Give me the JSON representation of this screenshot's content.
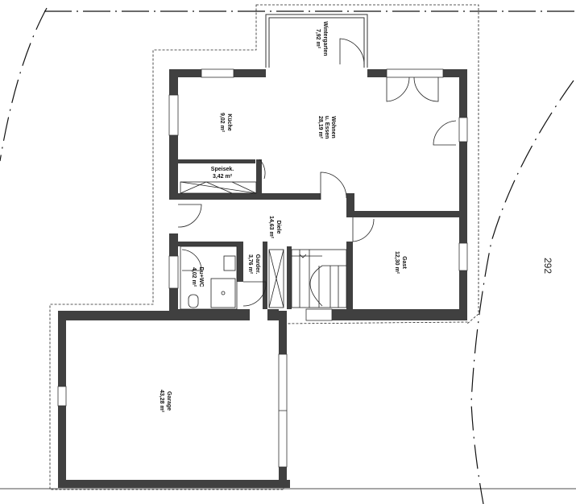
{
  "plot_number": "292",
  "rooms": [
    {
      "id": "wintergarten",
      "name": "Wintergarten",
      "area": "7,92 m²"
    },
    {
      "id": "wohnen",
      "name": "Wohnen",
      "name2": "u. Essen",
      "area": "28,19 m²"
    },
    {
      "id": "kueche",
      "name": "Küche",
      "area": "9,02 m²"
    },
    {
      "id": "speisek",
      "name": "Speisek.",
      "area": "3,42 m²"
    },
    {
      "id": "diele",
      "name": "Diele",
      "area": "14,63 m²"
    },
    {
      "id": "gast",
      "name": "Gast",
      "area": "12,30 m²"
    },
    {
      "id": "garder",
      "name": "Garder.",
      "area": "3,76 m²"
    },
    {
      "id": "duwc",
      "name": "Du+WC",
      "area": "4,02 m²"
    },
    {
      "id": "garage",
      "name": "Garage",
      "area": "43,28 m²"
    }
  ]
}
